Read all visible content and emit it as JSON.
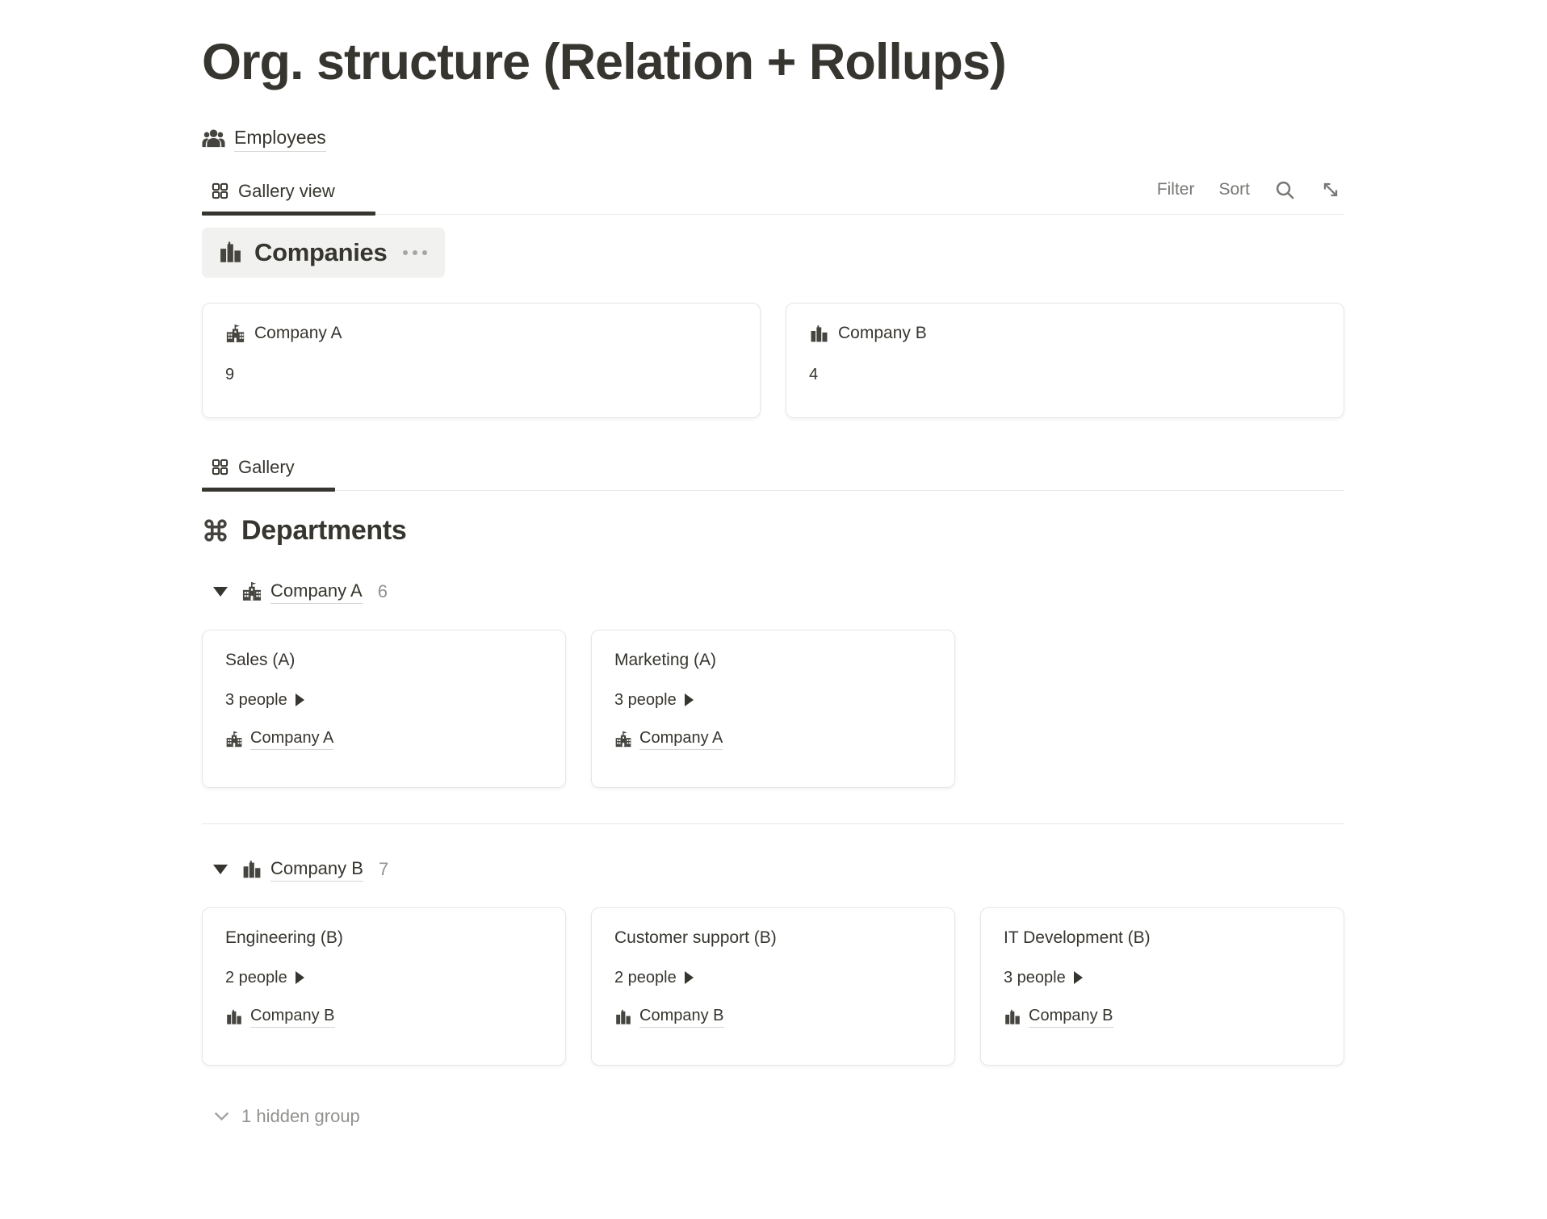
{
  "colors": {
    "text": "#37352F",
    "muted_gray": "#787774",
    "faint_gray": "#91918E",
    "border": "#E9E9E7",
    "pill_background": "#F1F1EF",
    "active_tab_bar": "#37352F",
    "link_underline": "#D6D4CF"
  },
  "page": {
    "title": "Org. structure (Relation + Rollups)"
  },
  "source": {
    "label": "Employees",
    "icon": "people-icon"
  },
  "views": {
    "tab_label": "Gallery view",
    "tab_icon": "gallery-grid-icon",
    "filter_label": "Filter",
    "sort_label": "Sort",
    "search_icon": "search-icon",
    "expand_icon": "expand-icon"
  },
  "companies": {
    "title": "Companies",
    "icon": "buildings-icon",
    "menu_icon": "ellipsis-icon",
    "cards": [
      {
        "title": "Company A",
        "icon": "school-icon",
        "count": "9"
      },
      {
        "title": "Company B",
        "icon": "cityscape-icon",
        "count": "4"
      }
    ]
  },
  "departments": {
    "tab_label": "Gallery",
    "tab_icon": "gallery-grid-icon",
    "title": "Departments",
    "icon": "command-icon",
    "groups": [
      {
        "label": "Company A",
        "icon": "school-icon",
        "count": "6",
        "cards": [
          {
            "title": "Sales (A)",
            "people": "3 people",
            "company": "Company A",
            "company_icon": "school-icon"
          },
          {
            "title": "Marketing (A)",
            "people": "3 people",
            "company": "Company A",
            "company_icon": "school-icon"
          }
        ]
      },
      {
        "label": "Company B",
        "icon": "cityscape-icon",
        "count": "7",
        "cards": [
          {
            "title": "Engineering (B)",
            "people": "2 people",
            "company": "Company B",
            "company_icon": "cityscape-icon"
          },
          {
            "title": "Customer support (B)",
            "people": "2 people",
            "company": "Company B",
            "company_icon": "cityscape-icon"
          },
          {
            "title": "IT Development (B)",
            "people": "3 people",
            "company": "Company B",
            "company_icon": "cityscape-icon"
          }
        ]
      }
    ],
    "hidden_label": "1 hidden group"
  }
}
